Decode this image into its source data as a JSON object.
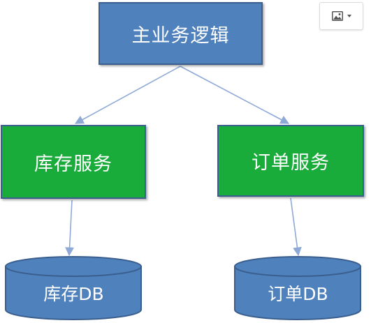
{
  "diagram": {
    "main_logic": "主业务逻辑",
    "inventory_service": "库存服务",
    "order_service": "订单服务",
    "inventory_db": "库存DB",
    "order_db": "订单DB"
  },
  "colors": {
    "service_box_blue": "#4f81bd",
    "service_box_green": "#1aac3b",
    "border": "#3a5f8e",
    "connector": "#8ea9d6",
    "database_fill": "#4f81bd"
  },
  "toolbar": {
    "image_button_icon": "image-icon",
    "dropdown_icon": "caret-down-icon"
  }
}
